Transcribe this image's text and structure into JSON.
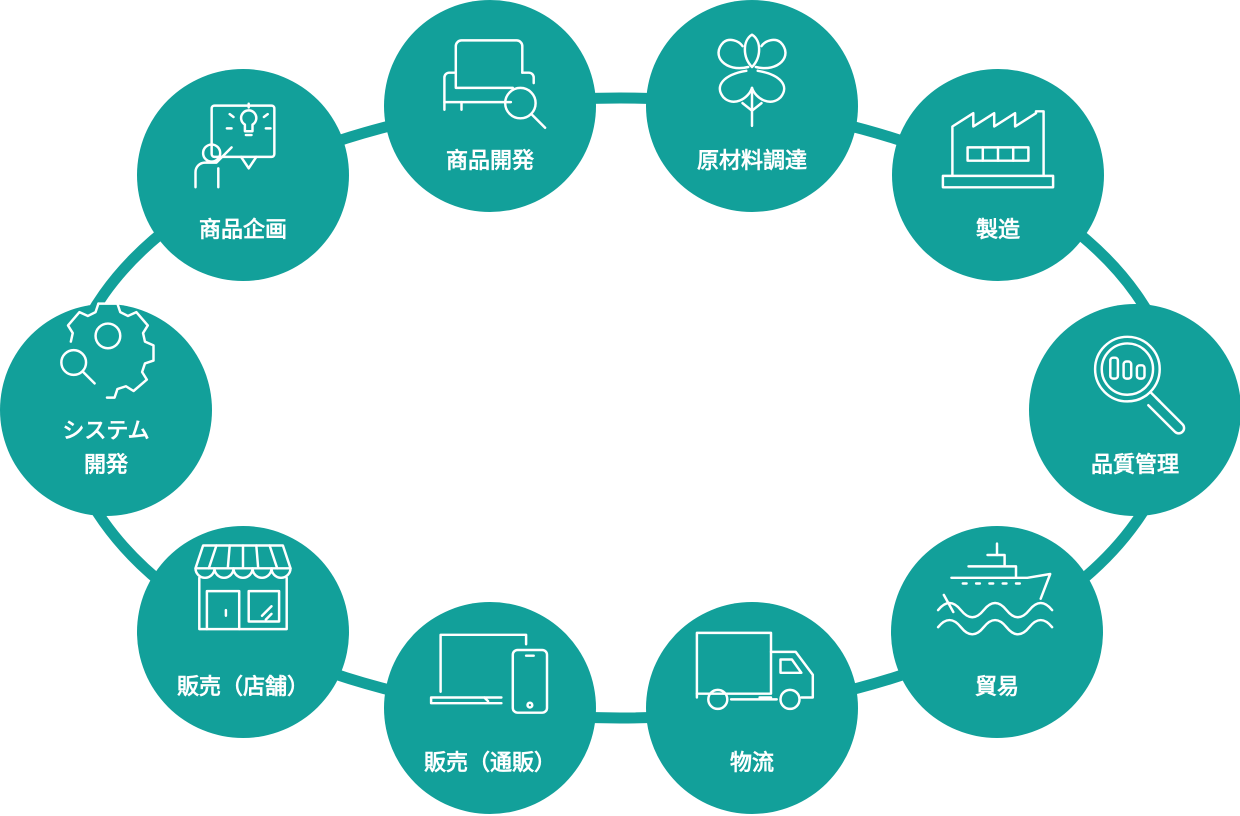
{
  "colors": {
    "node": "#12a09a",
    "ring": "#12a09a",
    "icon": "#ffffff",
    "background": "#ffffff"
  },
  "cycle": {
    "nodes": [
      {
        "id": "product-planning",
        "label_lines": [
          "商品企画"
        ],
        "icon": "idea-presentation-icon"
      },
      {
        "id": "product-development",
        "label_lines": [
          "商品開発"
        ],
        "icon": "sofa-search-icon"
      },
      {
        "id": "material-procurement",
        "label_lines": [
          "原材料調達"
        ],
        "icon": "cotton-icon"
      },
      {
        "id": "manufacturing",
        "label_lines": [
          "製造"
        ],
        "icon": "factory-icon"
      },
      {
        "id": "quality-control",
        "label_lines": [
          "品質管理"
        ],
        "icon": "magnifier-chart-icon"
      },
      {
        "id": "trade",
        "label_lines": [
          "貿易"
        ],
        "icon": "ship-icon"
      },
      {
        "id": "logistics",
        "label_lines": [
          "物流"
        ],
        "icon": "truck-icon"
      },
      {
        "id": "sales-online",
        "label_lines": [
          "販売（通販）"
        ],
        "icon": "laptop-phone-icon"
      },
      {
        "id": "sales-store",
        "label_lines": [
          "販売（店舗）"
        ],
        "icon": "storefront-icon"
      },
      {
        "id": "system-development",
        "label_lines": [
          "システム",
          "開発"
        ],
        "icon": "gears-search-icon"
      }
    ]
  }
}
